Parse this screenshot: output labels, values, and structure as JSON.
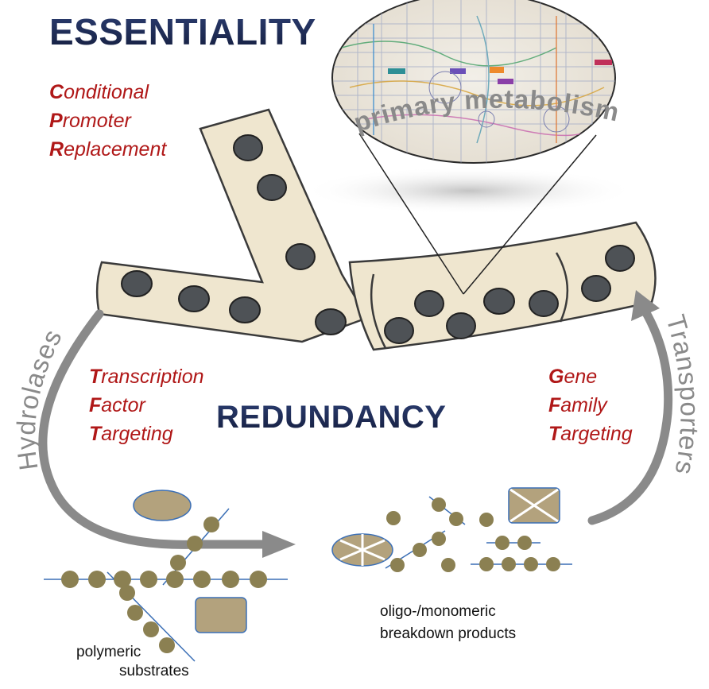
{
  "headings": {
    "top": "ESSENTIALITY",
    "middle": "REDUNDANCY"
  },
  "inset": {
    "label": "primary metabolism"
  },
  "acronyms": {
    "conditional_promoter_replacement": [
      {
        "initial": "C",
        "rest": "onditional"
      },
      {
        "initial": "P",
        "rest": "romoter"
      },
      {
        "initial": "R",
        "rest": "eplacement"
      }
    ],
    "transcription_factor_targeting": [
      {
        "initial": "T",
        "rest": "ranscription"
      },
      {
        "initial": "F",
        "rest": "actor"
      },
      {
        "initial": "T",
        "rest": "argeting"
      }
    ],
    "gene_family_targeting": [
      {
        "initial": "G",
        "rest": "ene"
      },
      {
        "initial": "F",
        "rest": "amily"
      },
      {
        "initial": "T",
        "rest": "argeting"
      }
    ]
  },
  "cycle_labels": {
    "left": "Hydrolases",
    "right": "Transporters"
  },
  "captions": {
    "polymeric_line1": "polymeric",
    "polymeric_line2": "substrates",
    "products_line1": "oligo-/monomeric",
    "products_line2": "breakdown products"
  },
  "colors": {
    "heading": "#1e2b55",
    "acronym_red": "#b01818",
    "hypha_fill": "#efe6cf",
    "nucleus": "#4e5256",
    "arrow_gray": "#8a8a8a",
    "substrate_olive": "#8b8052"
  }
}
